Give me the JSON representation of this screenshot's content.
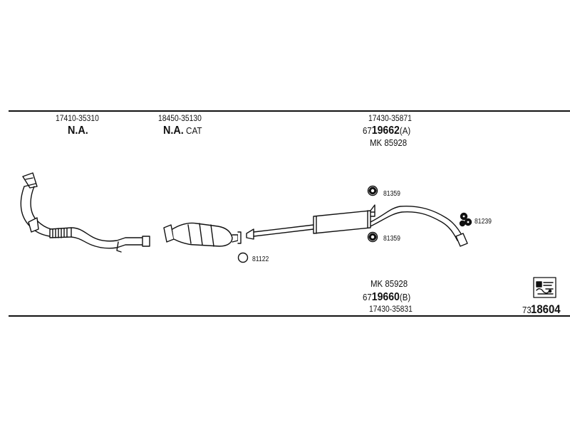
{
  "top_labels": {
    "part1_number": "17410-35310",
    "part1_name": "N.A.",
    "part2_number": "18450-35130",
    "part2_name_bold": "N.A.",
    "part2_name_suffix": "CAT",
    "part3_number": "17430-35871",
    "part3_code_prefix": "67",
    "part3_code_main": "19662",
    "part3_code_suffix": "(A)",
    "part3_mk": "MK  85928"
  },
  "bottom_labels": {
    "mk": "MK  85928",
    "code_prefix": "67",
    "code_main": "19660",
    "code_suffix": "(B)",
    "part_number": "17430-35831"
  },
  "callouts": {
    "clamp_81122": "81122",
    "hanger_81359_upper": "81359",
    "hanger_81359_lower": "81359",
    "mount_81239": "81239"
  },
  "catalog": {
    "prefix": "73",
    "number": "18604"
  },
  "icons": [
    "diagram-key-icon"
  ]
}
